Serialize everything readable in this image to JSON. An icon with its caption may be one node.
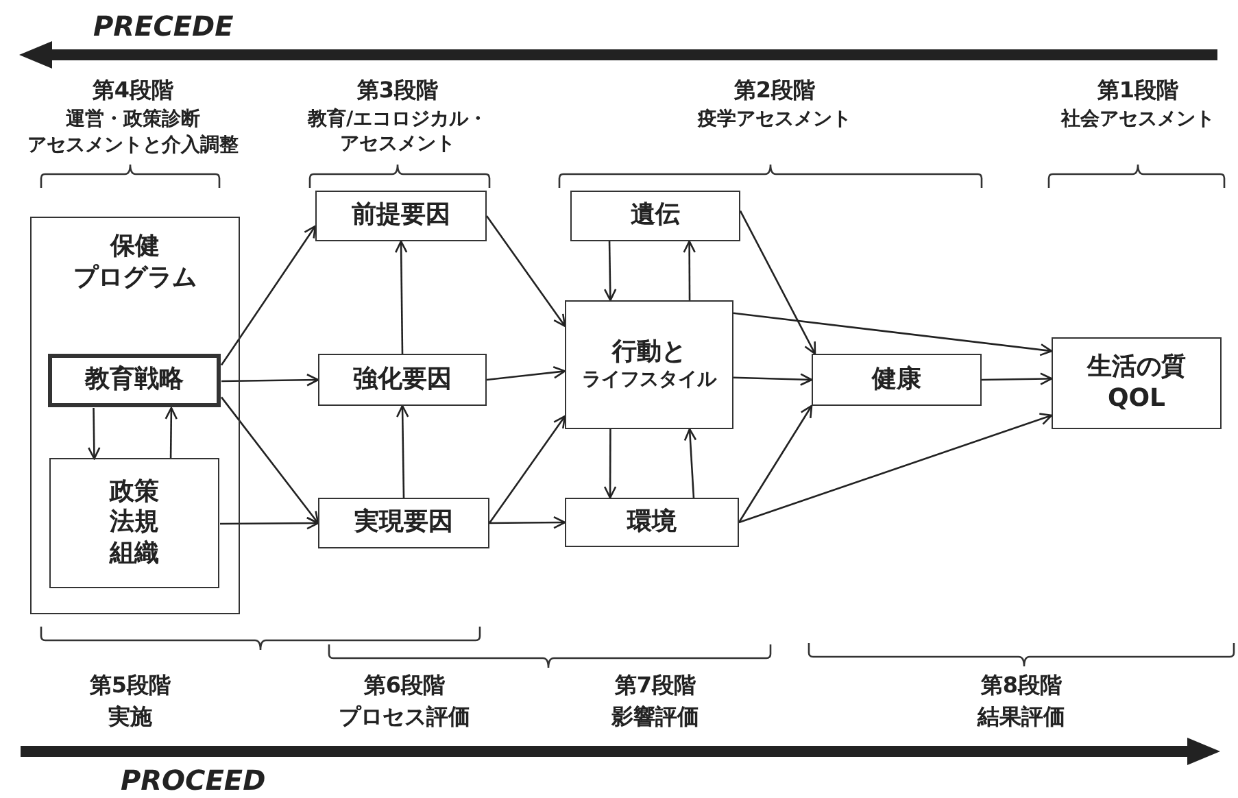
{
  "diagram": {
    "nodes": [
      {
        "text": [
          "保健",
          "プログラム"
        ]
      },
      {
        "text": [
          "教育戦略"
        ],
        "in": 0
      },
      {
        "text": [
          "政策法規組織"
        ],
        "in": 0
      },
      {
        "text": [
          "前提要因"
        ]
      },
      {
        "text": [
          "強化要因"
        ]
      },
      {
        "text": [
          "実現要因"
        ]
      },
      {
        "text": [
          "遺伝"
        ]
      },
      {
        "text": [
          "行動と",
          "ライフスタイル"
        ]
      },
      {
        "text": [
          "環境"
        ]
      },
      {
        "text": [
          "健康"
        ]
      },
      {
        "text": [
          "生活の質",
          "QOL"
        ]
      }
    ],
    "edges": [
      {
        "from": 1,
        "to": 3,
        "arrow": "to"
      },
      {
        "from": 1,
        "to": 4,
        "arrow": "to"
      },
      {
        "from": 1,
        "to": 5,
        "arrow": "to"
      },
      {
        "from": 1,
        "to": 2,
        "arrow": "to"
      },
      {
        "from": 2,
        "to": 1,
        "arrow": "to"
      },
      {
        "from": 2,
        "to": 5,
        "arrow": "to"
      },
      {
        "from": 4,
        "to": 3,
        "arrow": "to"
      },
      {
        "from": 5,
        "to": 4,
        "arrow": "to"
      },
      {
        "from": 3,
        "to": 7,
        "arrow": "to"
      },
      {
        "from": 4,
        "to": 7,
        "arrow": "to"
      },
      {
        "from": 5,
        "to": 7,
        "arrow": "to"
      },
      {
        "from": 5,
        "to": 8,
        "arrow": "to"
      },
      {
        "from": 7,
        "to": 6,
        "arrow": "to"
      },
      {
        "from": 6,
        "to": 7,
        "arrow": "to"
      },
      {
        "from": 7,
        "to": 8,
        "arrow": "to"
      },
      {
        "from": 8,
        "to": 7,
        "arrow": "to"
      },
      {
        "from": 6,
        "to": 9,
        "arrow": "to"
      },
      {
        "from": 7,
        "to": 9,
        "arrow": "to"
      },
      {
        "from": 8,
        "to": 9,
        "arrow": "to"
      },
      {
        "from": 7,
        "to": 10,
        "arrow": "to"
      },
      {
        "from": 9,
        "to": 10,
        "arrow": "to"
      },
      {
        "from": 8,
        "to": 10,
        "arrow": "to"
      }
    ],
    "labels": [
      "PRECEDE",
      "第4段階",
      "運営・政策診断",
      "アセスメントと介入調整",
      "第3段階",
      "教育/エコロジカル・アセスメント",
      "第2段階",
      "疫学アセスメント",
      "第1段階",
      "社会アセスメント",
      "第5段階",
      "実施",
      "第6段階",
      "プロセス評価",
      "第7段階",
      "影響評価",
      "第8段階",
      "結果評価",
      "PROCEED"
    ]
  }
}
